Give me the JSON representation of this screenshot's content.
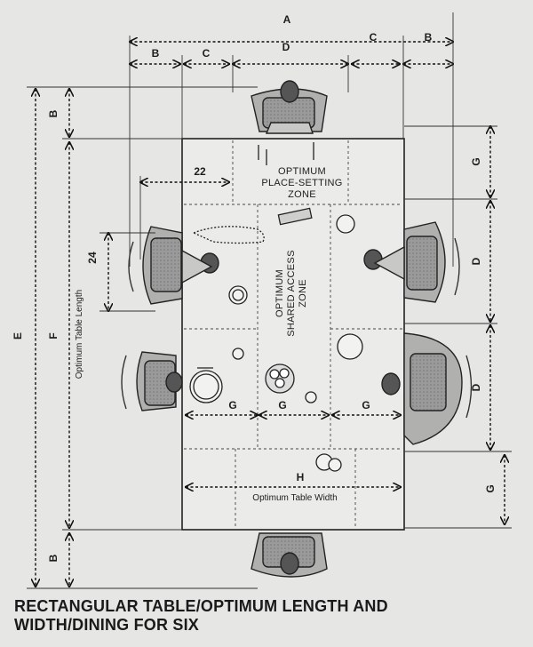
{
  "labels": {
    "A": "A",
    "B": "B",
    "C": "C",
    "D": "D",
    "E": "E",
    "F": "F",
    "G": "G",
    "H": "H",
    "dim_22": "22",
    "dim_24": "24"
  },
  "text": {
    "place_setting_zone": [
      "OPTIMUM",
      "PLACE-SETTING",
      "ZONE"
    ],
    "shared_access_zone": [
      "OPTIMUM",
      "SHARED ACCESS",
      "ZONE"
    ],
    "optimum_table_length": "Optimum Table Length",
    "optimum_table_width": "Optimum Table Width"
  },
  "caption": {
    "line1": "RECTANGULAR TABLE/OPTIMUM LENGTH AND",
    "line2": "WIDTH/DINING FOR SIX"
  }
}
